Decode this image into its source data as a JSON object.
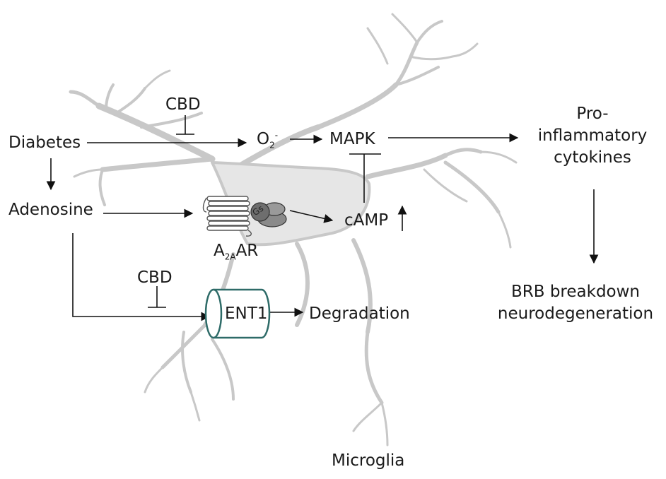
{
  "labels": {
    "diabetes": "Diabetes",
    "adenosine": "Adenosine",
    "cbd_top": "CBD",
    "cbd_bottom": "CBD",
    "o2_base": "O",
    "o2_sub": "2",
    "o2_sup": "-",
    "mapk": "MAPK",
    "camp": "cAMP",
    "a2aar_a": "A",
    "a2aar_sub": "2A",
    "a2aar_ar": "AR",
    "gs": "Gs",
    "ent1": "ENT1",
    "degradation": "Degradation",
    "pro_inflammatory": [
      "Pro-",
      "inflammatory",
      "cytokines"
    ],
    "brb": [
      "BRB breakdown",
      "neurodegeneration"
    ],
    "microglia": "Microglia"
  },
  "colors": {
    "text": "#1a1a1a",
    "arrow": "#111111",
    "cell": "#c8c8c8",
    "cell_edge": "#b4b4b4",
    "ent1_stroke": "#2e6b68",
    "ent1_fill": "#ffffff",
    "receptor_stroke": "#555555",
    "gprotein": "#7d7d7d"
  }
}
